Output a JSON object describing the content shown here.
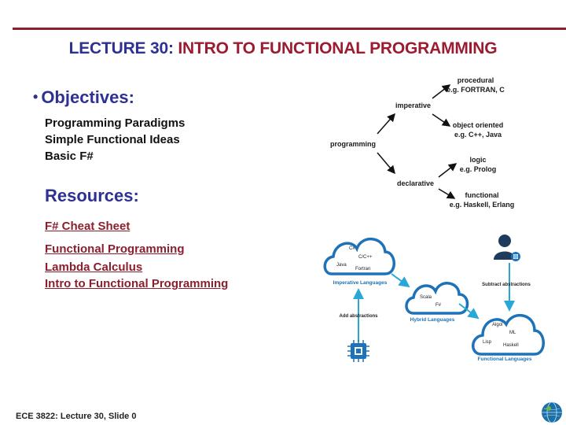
{
  "slide": {
    "title_prefix": "LECTURE 30:",
    "title_main": "INTRO TO FUNCTIONAL PROGRAMMING",
    "objectives_heading": "Objectives:",
    "objectives": [
      "Programming Paradigms",
      "Simple Functional Ideas",
      "Basic F#"
    ],
    "resources_heading": "Resources:",
    "links": [
      "F# Cheat Sheet",
      "Functional Programming",
      "Lambda Calculus",
      "Intro to Functional Programming"
    ],
    "footer": "ECE 3822: Lecture 30, Slide 0"
  },
  "paradigm_diagram": {
    "root": "programming",
    "imperative": "imperative",
    "declarative": "declarative",
    "procedural": "procedural",
    "procedural_eg": "e.g. FORTRAN, C",
    "oo": "object oriented",
    "oo_eg": "e.g. C++, Java",
    "logic": "logic",
    "logic_eg": "e.g. Prolog",
    "functional": "functional",
    "functional_eg": "e.g. Haskell, Erlang"
  },
  "cloud_diagram": {
    "imperative_langs": [
      "C#",
      "C/C++",
      "Java",
      "Fortran"
    ],
    "imperative_label": "Imperative Languages",
    "hybrid_langs": [
      "Scala",
      "F#"
    ],
    "hybrid_label": "Hybrid Languages",
    "functional_langs": [
      "Algol",
      "ML",
      "Lisp",
      "Haskell"
    ],
    "functional_label": "Functional Languages",
    "add_abstractions": "Add abstractions",
    "subtract_abstractions": "Subtract abstractions"
  },
  "colors": {
    "title_blue": "#2e3192",
    "title_red": "#9b1c31",
    "cloud_blue": "#1d72b8",
    "arrow_cyan": "#29a8d8"
  }
}
